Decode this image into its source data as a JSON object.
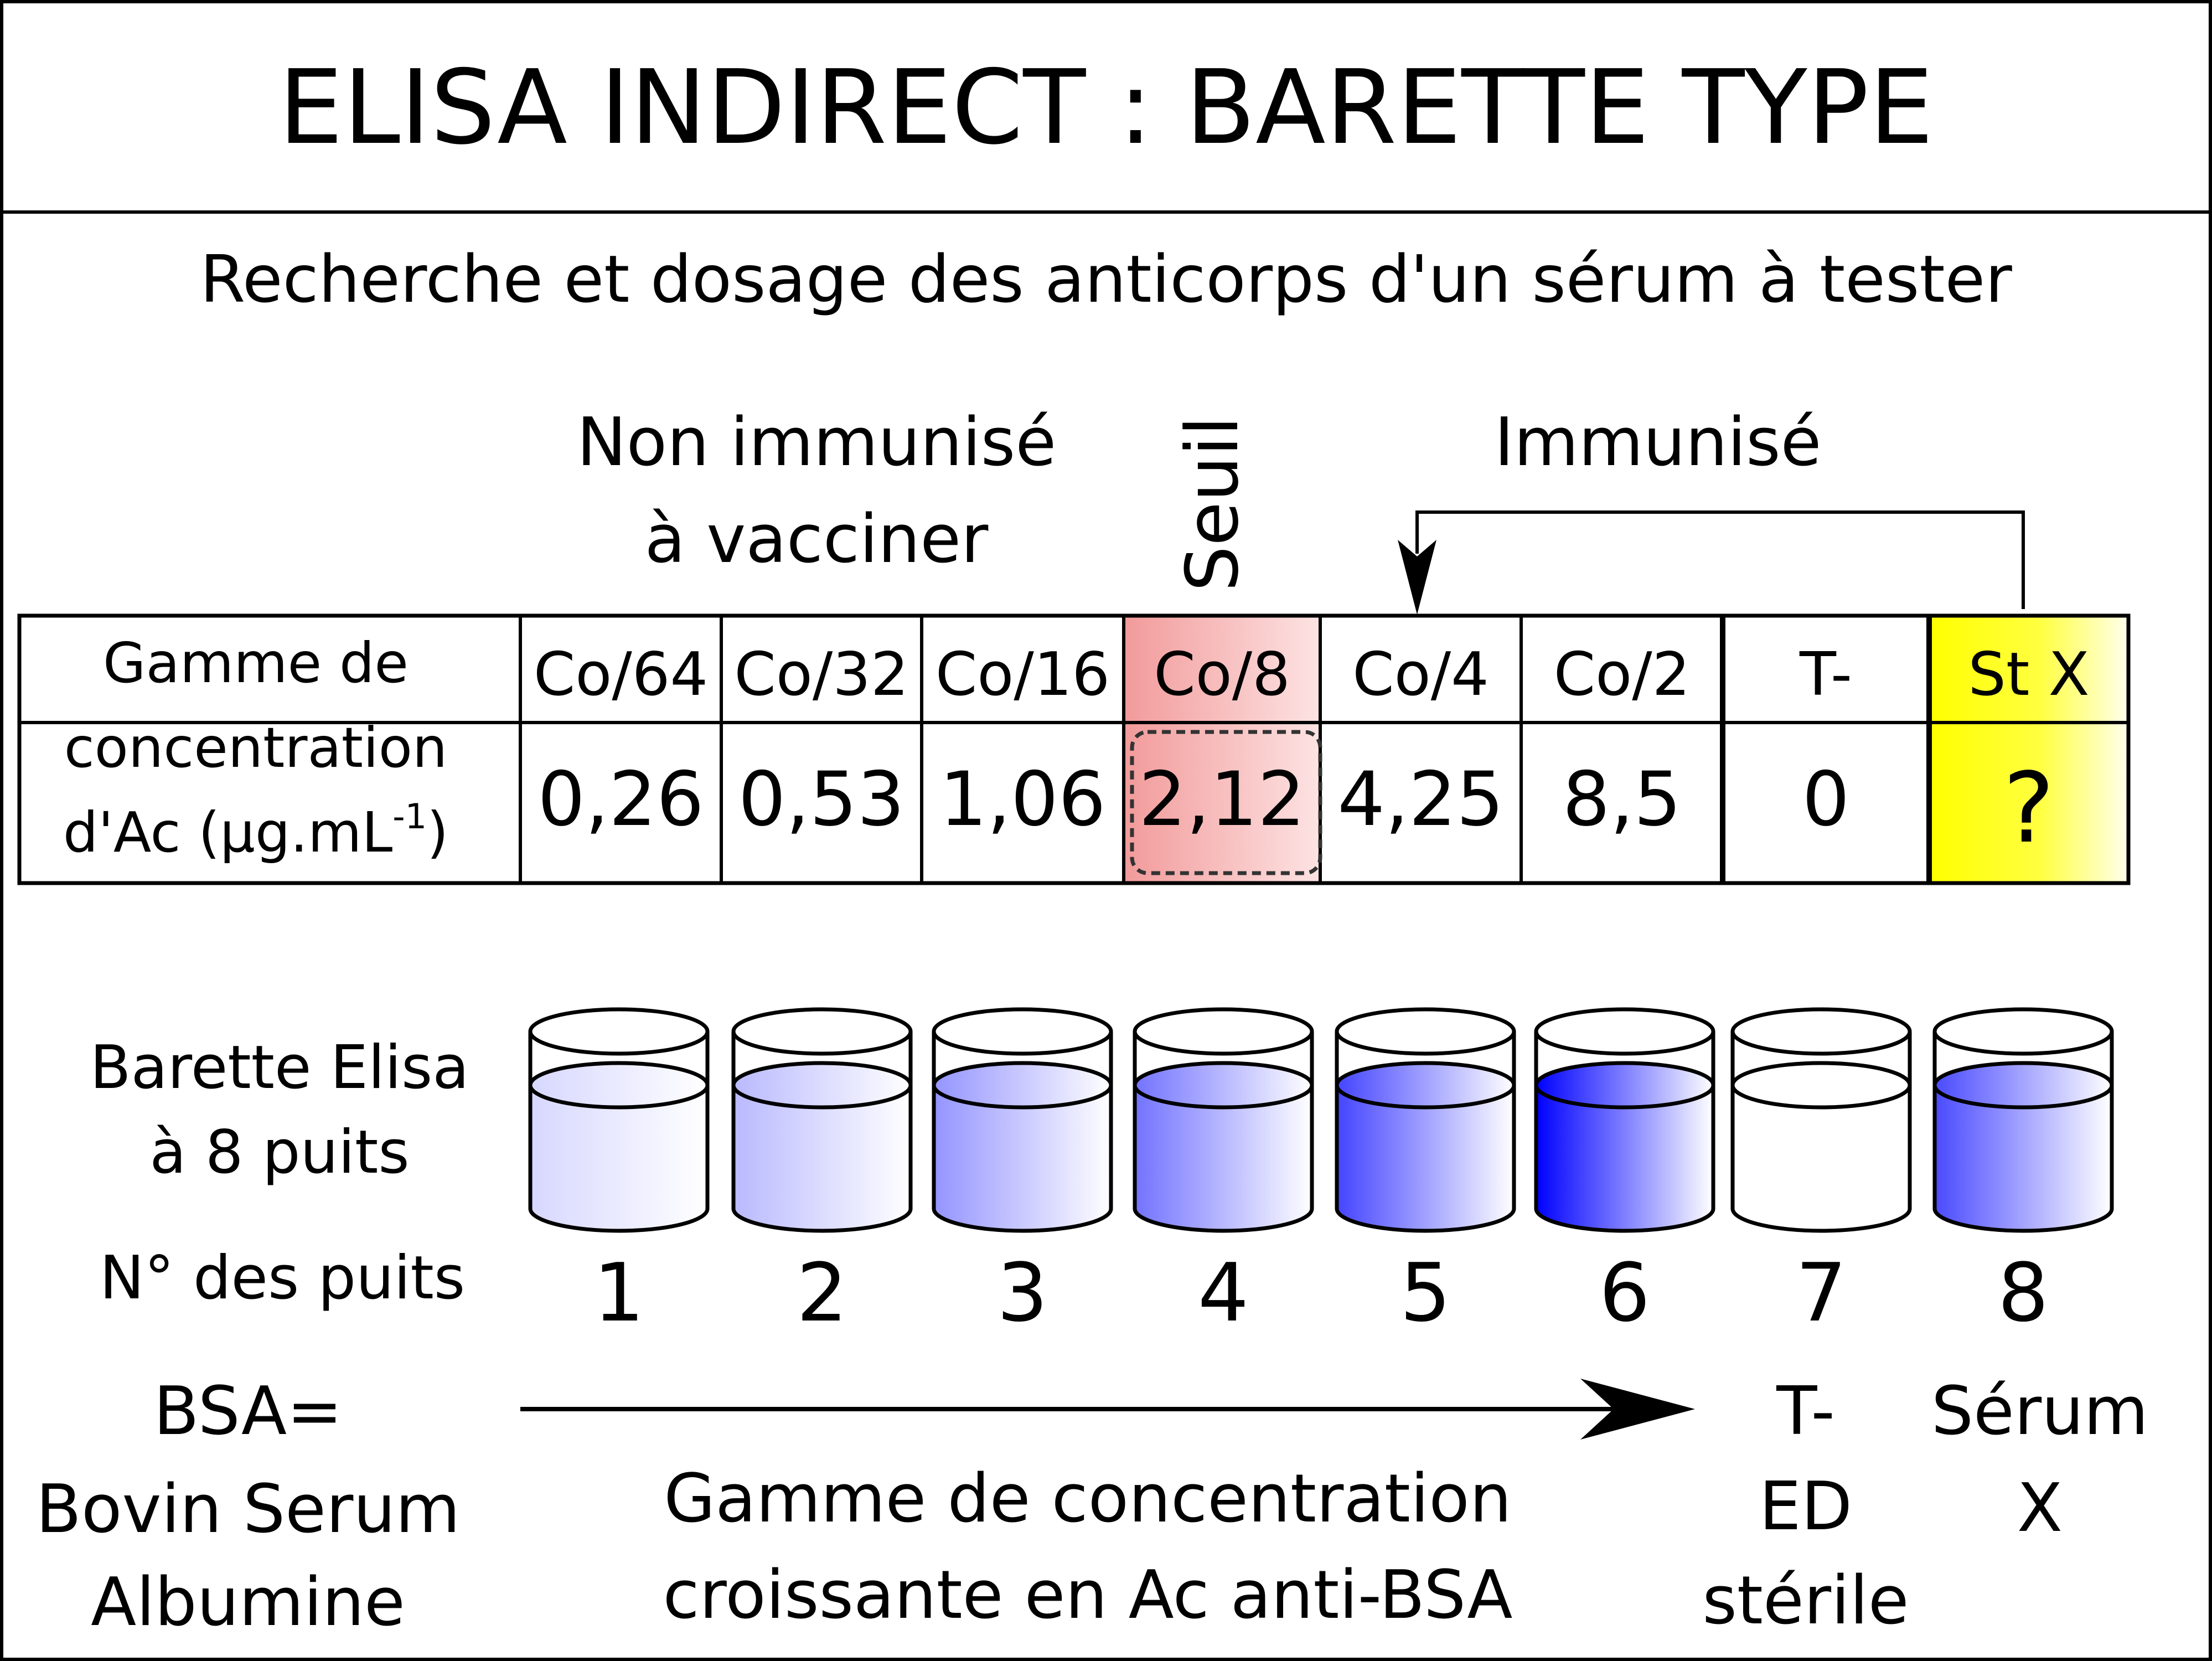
{
  "title": "ELISA INDIRECT : BARETTE TYPE",
  "subtitle": "Recherche et dosage des anticorps d'un sérum à tester",
  "groups": {
    "non_immunise_line1": "Non immunisé",
    "non_immunise_line2": "à vacciner",
    "seuil": "Seuil",
    "immunise": "Immunisé"
  },
  "table": {
    "row_label_line1": "Gamme de",
    "row_label_line2": "concentration",
    "row_label_line3_prefix": "d'Ac (µg.mL",
    "row_label_line3_sup": "-1",
    "row_label_line3_suffix": ")",
    "columns": [
      {
        "header": "Co/64",
        "value": "0,26"
      },
      {
        "header": "Co/32",
        "value": "0,53"
      },
      {
        "header": "Co/16",
        "value": "1,06"
      },
      {
        "header": "Co/8",
        "value": "2,12"
      },
      {
        "header": "Co/4",
        "value": "4,25"
      },
      {
        "header": "Co/2",
        "value": "8,5"
      },
      {
        "header": "T-",
        "value": "0"
      },
      {
        "header": "St X",
        "value": "?"
      }
    ]
  },
  "wells": {
    "label_line1": "Barette Elisa",
    "label_line2": "à 8 puits",
    "numbers_label": "N° des puits",
    "numbers": [
      "1",
      "2",
      "3",
      "4",
      "5",
      "6",
      "7",
      "8"
    ],
    "fill_colors": [
      "#d7d7ff",
      "#b9b9ff",
      "#9494ff",
      "#7272ff",
      "#4444ff",
      "#0000ff",
      "#ffffff",
      "#4a4aff"
    ]
  },
  "bottom": {
    "bsa_line1": "BSA=",
    "bsa_line2": "Bovin Serum",
    "bsa_line3": "Albumine",
    "gamme_line1": "Gamme de concentration",
    "gamme_line2": "croissante en Ac anti-BSA",
    "tneg_line1": "T-",
    "tneg_line2": "ED",
    "tneg_line3": "stérile",
    "serum_line1": "Sérum",
    "serum_line2": "X"
  },
  "colors": {
    "seuil_column": "#f4a6a6",
    "stx_column": "#ffff00"
  }
}
